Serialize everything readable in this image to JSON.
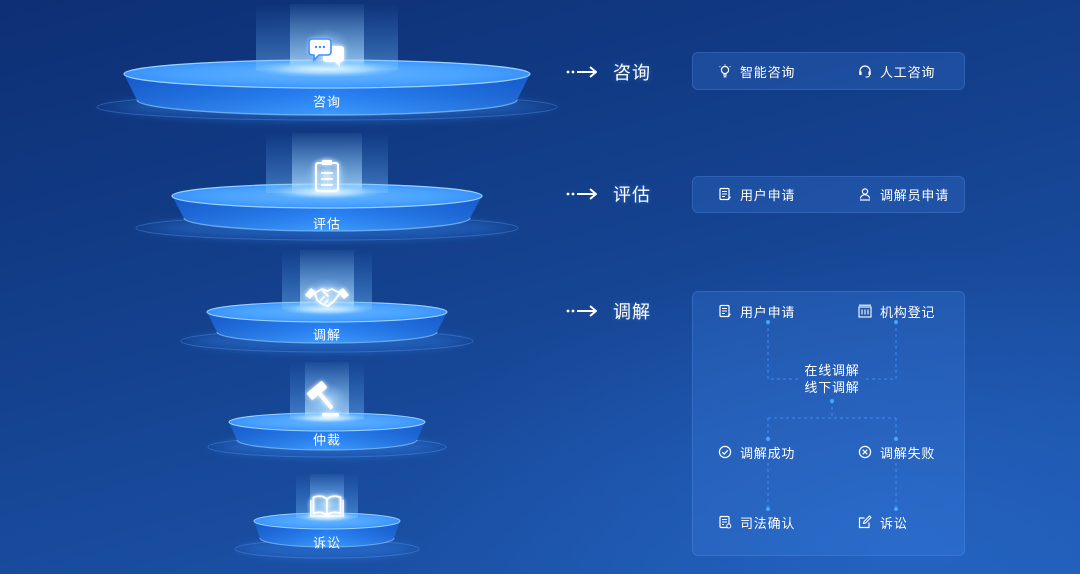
{
  "funnel": {
    "levels": [
      {
        "label": "咨询",
        "icon": "chat-bubbles-icon"
      },
      {
        "label": "评估",
        "icon": "clipboard-icon"
      },
      {
        "label": "调解",
        "icon": "handshake-icon"
      },
      {
        "label": "仲裁",
        "icon": "gavel-icon"
      },
      {
        "label": "诉讼",
        "icon": "book-icon"
      }
    ]
  },
  "stages": [
    {
      "label": "咨询",
      "items": [
        {
          "label": "智能咨询",
          "icon": "lightbulb-icon"
        },
        {
          "label": "人工咨询",
          "icon": "headset-icon"
        }
      ]
    },
    {
      "label": "评估",
      "items": [
        {
          "label": "用户申请",
          "icon": "application-form-icon"
        },
        {
          "label": "调解员申请",
          "icon": "user-icon"
        }
      ]
    },
    {
      "label": "调解",
      "flow": {
        "sources": [
          {
            "label": "用户申请",
            "icon": "application-form-icon"
          },
          {
            "label": "机构登记",
            "icon": "institution-register-icon"
          }
        ],
        "methods": [
          "在线调解",
          "线下调解"
        ],
        "outcomes": [
          {
            "label": "调解成功",
            "icon": "check-circle-icon"
          },
          {
            "label": "调解失败",
            "icon": "x-circle-icon"
          }
        ],
        "results": [
          {
            "label": "司法确认",
            "icon": "judicial-document-icon"
          },
          {
            "label": "诉讼",
            "icon": "edit-icon"
          }
        ]
      }
    }
  ],
  "colors": {
    "background_top": "#0d2f74",
    "background_bottom": "#1d58b0",
    "disc_blue": "#3a93fb",
    "glow": "#8fd0ff",
    "connector": "#3d8df5",
    "text": "#ffffff"
  }
}
